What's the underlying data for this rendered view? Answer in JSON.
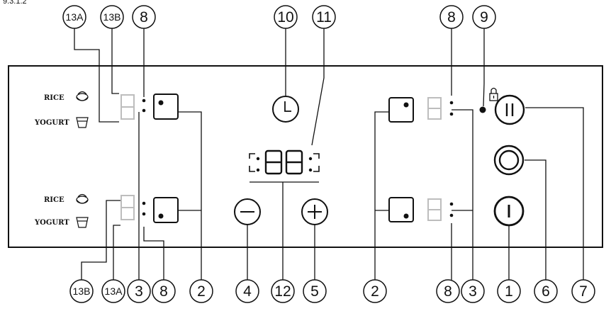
{
  "header_fragment": "9.3.1.2",
  "labels": {
    "rice": "RICE",
    "yogurt": "YOGURT"
  },
  "callouts": {
    "c13a": "13A",
    "c13b": "13B",
    "c1": "1",
    "c2": "2",
    "c3": "3",
    "c4": "4",
    "c5": "5",
    "c6": "6",
    "c7": "7",
    "c8": "8",
    "c9": "9",
    "c10": "10",
    "c11": "11",
    "c12": "12"
  },
  "icons": {
    "lock": "lock-icon",
    "timer": "clock-icon",
    "minus": "minus-icon",
    "plus": "plus-icon",
    "pause": "pause-icon",
    "boost": "ring-icon",
    "power": "power-icon",
    "rice": "rice-bowl-icon",
    "yogurt": "yogurt-cup-icon"
  },
  "colors": {
    "line": "#111111",
    "display_inactive": "#bdbdbd",
    "background": "#ffffff"
  }
}
